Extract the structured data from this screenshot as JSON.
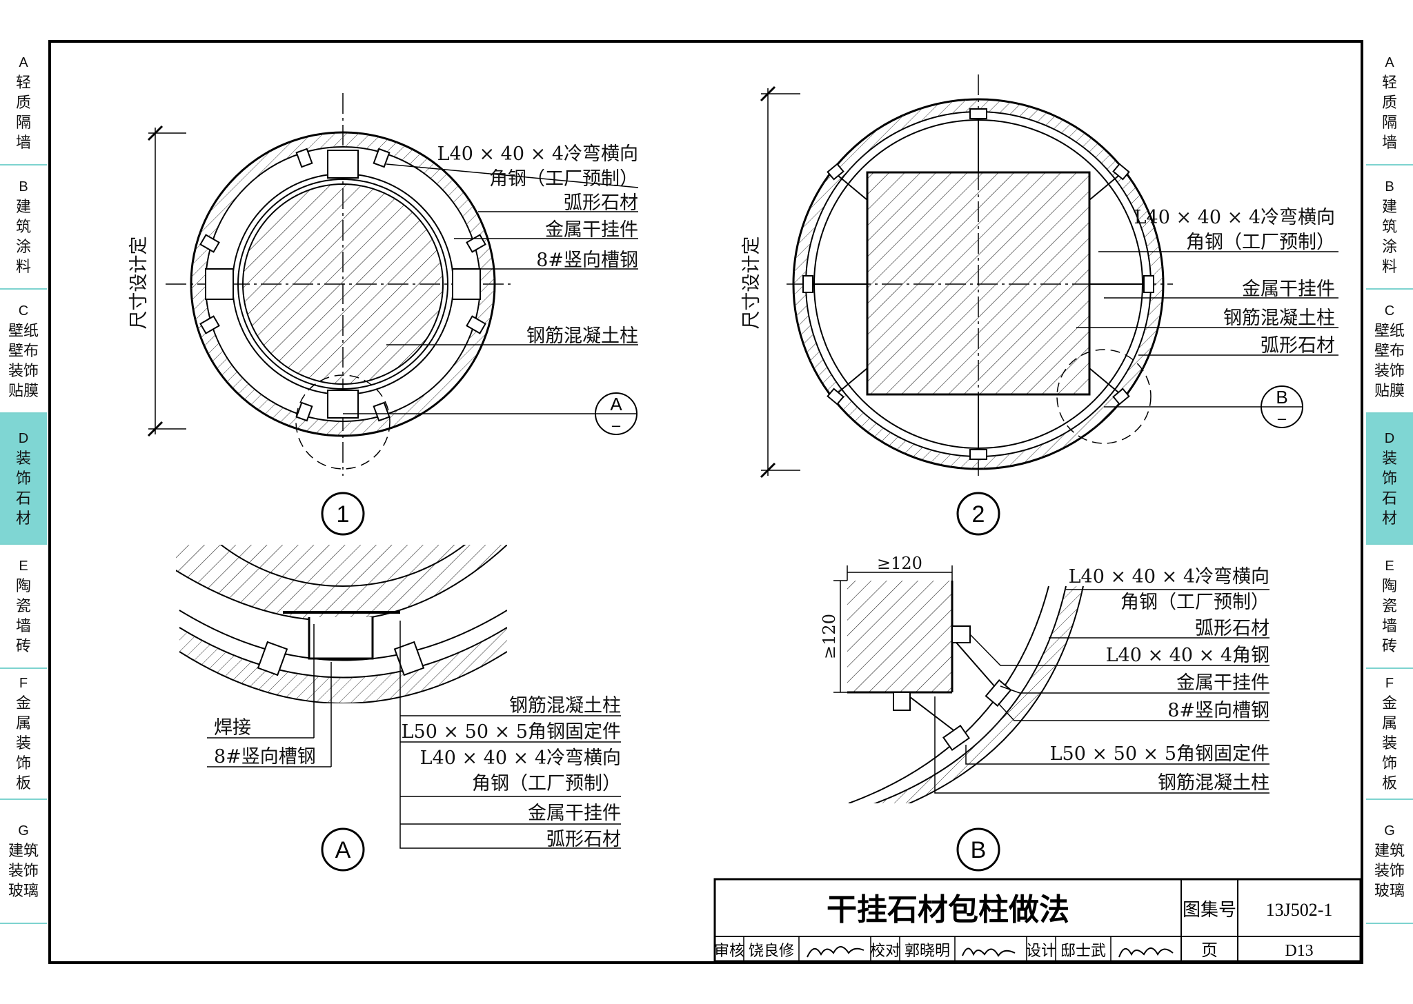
{
  "left_tabs": [
    {
      "letter": "A",
      "text": "轻\n质\n隔\n墙",
      "active": false
    },
    {
      "letter": "B",
      "text": "建\n筑\n涂\n料",
      "active": false
    },
    {
      "letter": "C",
      "text": "壁纸\n壁布\n装饰\n贴膜",
      "active": false
    },
    {
      "letter": "D",
      "text": "装\n饰\n石\n材",
      "active": true
    },
    {
      "letter": "E",
      "text": "陶\n瓷\n墙\n砖",
      "active": false
    },
    {
      "letter": "F",
      "text": "金\n属\n装\n饰\n板",
      "active": false
    },
    {
      "letter": "G",
      "text": "建筑\n装饰\n玻璃",
      "active": false
    }
  ],
  "right_tabs": [
    {
      "letter": "A",
      "text": "轻\n质\n隔\n墙",
      "active": false
    },
    {
      "letter": "B",
      "text": "建\n筑\n涂\n料",
      "active": false
    },
    {
      "letter": "C",
      "text": "壁纸\n壁布\n装饰\n贴膜",
      "active": false
    },
    {
      "letter": "D",
      "text": "装\n饰\n石\n材",
      "active": true
    },
    {
      "letter": "E",
      "text": "陶\n瓷\n墙\n砖",
      "active": false
    },
    {
      "letter": "F",
      "text": "金\n属\n装\n饰\n板",
      "active": false
    },
    {
      "letter": "G",
      "text": "建筑\n装饰\n玻璃",
      "active": false
    }
  ],
  "detail1": {
    "number": "1",
    "dimension": "尺寸设计定",
    "labels": [
      "L40 × 40 × 4冷弯横向",
      "角钢（工厂预制）",
      "弧形石材",
      "金属干挂件",
      "8#竖向槽钢",
      "钢筋混凝土柱"
    ],
    "callout_letter": "A",
    "callout_sub": "–"
  },
  "detail2": {
    "number": "2",
    "dimension": "尺寸设计定",
    "labels": [
      "L40 × 40 × 4冷弯横向",
      "角钢（工厂预制）",
      "金属干挂件",
      "钢筋混凝土柱",
      "弧形石材"
    ],
    "callout_letter": "B",
    "callout_sub": "–"
  },
  "detailA": {
    "letter": "A",
    "left_labels": [
      "焊接",
      "8#竖向槽钢"
    ],
    "right_labels": [
      "钢筋混凝土柱",
      "L50 × 50 × 5角钢固定件",
      "L40 × 40 × 4冷弯横向",
      "角钢（工厂预制）",
      "金属干挂件",
      "弧形石材"
    ]
  },
  "detailB": {
    "letter": "B",
    "dim_top": "≥120",
    "dim_left": "≥120",
    "labels": [
      "L40 × 40 × 4冷弯横向",
      "角钢（工厂预制）",
      "弧形石材",
      "L40 × 40 × 4角钢",
      "金属干挂件",
      "8#竖向槽钢",
      "L50 × 50 × 5角钢固定件",
      "钢筋混凝土柱"
    ]
  },
  "title_block": {
    "title": "干挂石材包柱做法",
    "atlas_label": "图集号",
    "atlas_no": "13J502-1",
    "page_label": "页",
    "page_no": "D13",
    "review_label": "审核",
    "reviewer": "饶良修",
    "check_label": "校对",
    "checker": "郭晓明",
    "design_label": "设计",
    "designer": "邸士武"
  }
}
